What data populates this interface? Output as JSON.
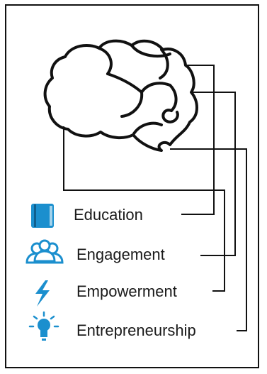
{
  "items": [
    {
      "label": "Education",
      "icon": "book-icon",
      "icon_color": "#1b8fce"
    },
    {
      "label": "Engagement",
      "icon": "people-icon",
      "icon_color": "#1b8fce"
    },
    {
      "label": "Empowerment",
      "icon": "lightning-icon",
      "icon_color": "#1b8fce"
    },
    {
      "label": "Entrepreneurship",
      "icon": "lightbulb-icon",
      "icon_color": "#1b8fce"
    }
  ],
  "colors": {
    "line": "#111111",
    "accent": "#1b8fce"
  }
}
